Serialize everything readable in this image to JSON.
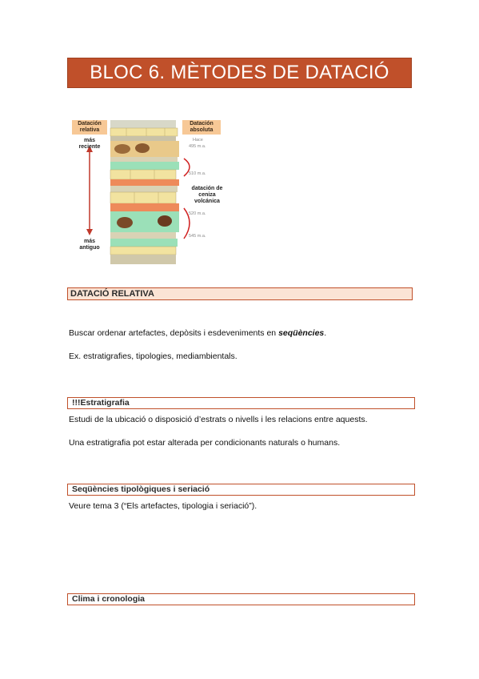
{
  "title": "BLOC 6. MÈTODES DE DATACIÓ",
  "figure": {
    "left_header": "Datación relativa",
    "right_header": "Datación absoluta",
    "top_label": "más reciente",
    "bottom_label": "más antiguo",
    "middle_label": "datación de ceniza volcánica",
    "hace": "Hace",
    "ages": [
      "495 m.a.",
      "510 m.a.",
      "520 m.a.",
      "545 m.a."
    ]
  },
  "sections": {
    "relativa": {
      "heading": "DATACIÓ RELATIVA",
      "p1_before": "Buscar ordenar artefactes, depòsits i esdeveniments en ",
      "p1_emph": "seqüències",
      "p1_after": ".",
      "p2": "Ex. estratigrafies, tipologies, mediambientals."
    },
    "estratigrafia": {
      "heading": "!!!Estratigrafia",
      "p1": "Estudi de la ubicació o disposició d’estrats o nivells i les relacions entre aquests.",
      "p2": "Una estratigrafia pot estar alterada per condicionants naturals o humans."
    },
    "sequencies": {
      "heading": "Seqüències tipològiques i seriació",
      "p1": "Veure tema 3 (“Els artefactes, tipologia i seriació”)."
    },
    "clima": {
      "heading": "Clima i cronologia"
    }
  },
  "colors": {
    "accent": "#c0502a",
    "section_fill": "#fbe4d5",
    "title_text": "#ffffff"
  }
}
